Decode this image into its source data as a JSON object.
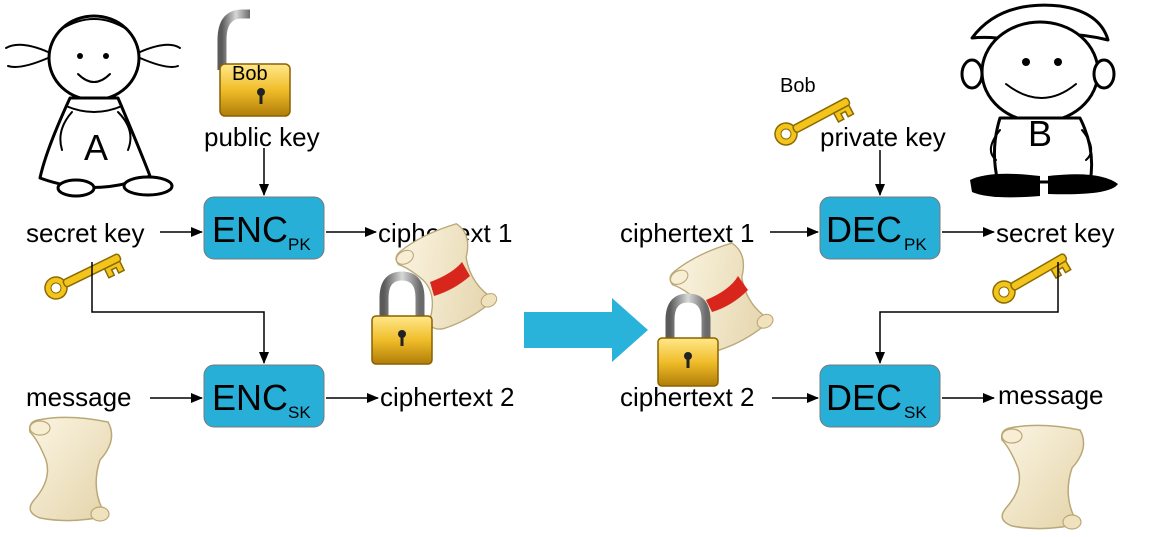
{
  "people": {
    "alice": {
      "letter": "A"
    },
    "bob": {
      "letter": "B"
    }
  },
  "labels": {
    "bob_public_tag": "Bob",
    "public_key": "public key",
    "bob_private_tag": "Bob",
    "private_key": "private key",
    "secret_key_left": "secret key",
    "secret_key_right": "secret key",
    "message_left": "message",
    "message_right": "message",
    "ciphertext1_left": "ciphertext 1",
    "ciphertext2_left": "ciphertext 2",
    "ciphertext1_right": "ciphertext 1",
    "ciphertext2_right": "ciphertext 2"
  },
  "boxes": {
    "enc_pk": {
      "main": "ENC",
      "sub": "PK"
    },
    "enc_sk": {
      "main": "ENC",
      "sub": "SK"
    },
    "dec_pk": {
      "main": "DEC",
      "sub": "PK"
    },
    "dec_sk": {
      "main": "DEC",
      "sub": "SK"
    }
  },
  "colors": {
    "box_fill": "#28afd8",
    "big_arrow": "#29b3db",
    "key_gold": "#f2c41c",
    "lock_gold": "#e8b321",
    "scroll": "#f0e6c8",
    "ribbon": "#d9261c"
  },
  "icons": [
    "girl-figure-icon",
    "boy-figure-icon",
    "open-padlock-icon",
    "padlock-icon",
    "key-icon",
    "scroll-icon",
    "sealed-scroll-icon",
    "right-arrow-icon"
  ]
}
